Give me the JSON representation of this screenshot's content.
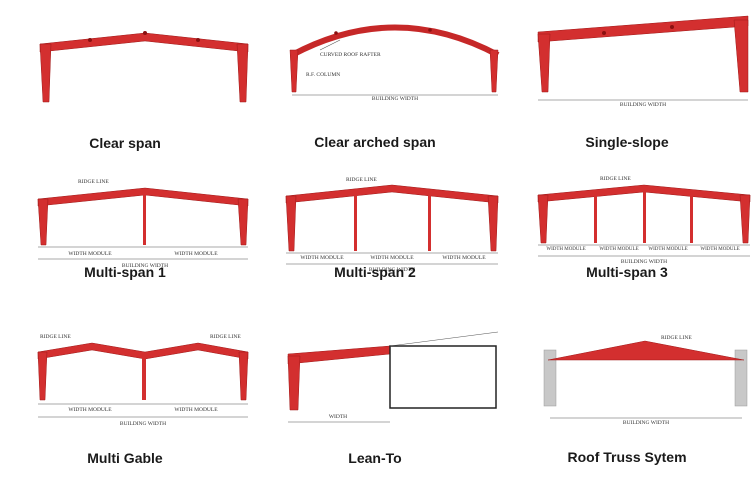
{
  "colors": {
    "frame": "#d32f2f",
    "frame_dark": "#a01818",
    "support": "#c8c8c8"
  },
  "frames": [
    {
      "caption": "Clear span",
      "labels": {}
    },
    {
      "caption": "Clear arched span",
      "labels": {
        "rafter": "CURVED ROOF RAFTER",
        "column": "R.F. COLUMN",
        "width": "BUILDING WIDTH"
      }
    },
    {
      "caption": "Single-slope",
      "labels": {
        "width": "BUILDING WIDTH"
      }
    },
    {
      "caption": "Multi-span 1",
      "labels": {
        "ridge": "RIDGE LINE",
        "module1": "WIDTH MODULE",
        "module2": "WIDTH MODULE",
        "width": "BUILDING WIDTH"
      }
    },
    {
      "caption": "Multi-span 2",
      "labels": {
        "ridge": "RIDGE LINE",
        "module1": "WIDTH MODULE",
        "module2": "WIDTH MODULE",
        "module3": "WIDTH MODULE",
        "width": "BUILDING WIDTH"
      }
    },
    {
      "caption": "Multi-span 3",
      "labels": {
        "ridge": "RIDGE LINE",
        "module1": "WIDTH MODULE",
        "module2": "WIDTH MODULE",
        "module3": "WIDTH MODULE",
        "module4": "WIDTH MODULE",
        "width": "BUILDING WIDTH"
      }
    },
    {
      "caption": "Multi Gable",
      "labels": {
        "ridge1": "RIDGE LINE",
        "ridge2": "RIDGE LINE",
        "module1": "WIDTH MODULE",
        "module2": "WIDTH MODULE",
        "width": "BUILDING WIDTH"
      }
    },
    {
      "caption": "Lean-To",
      "labels": {
        "width": "WIDTH"
      }
    },
    {
      "caption": "Roof Truss Sytem",
      "labels": {
        "ridge": "RIDGE LINE",
        "width": "BUILDING WIDTH"
      }
    }
  ]
}
